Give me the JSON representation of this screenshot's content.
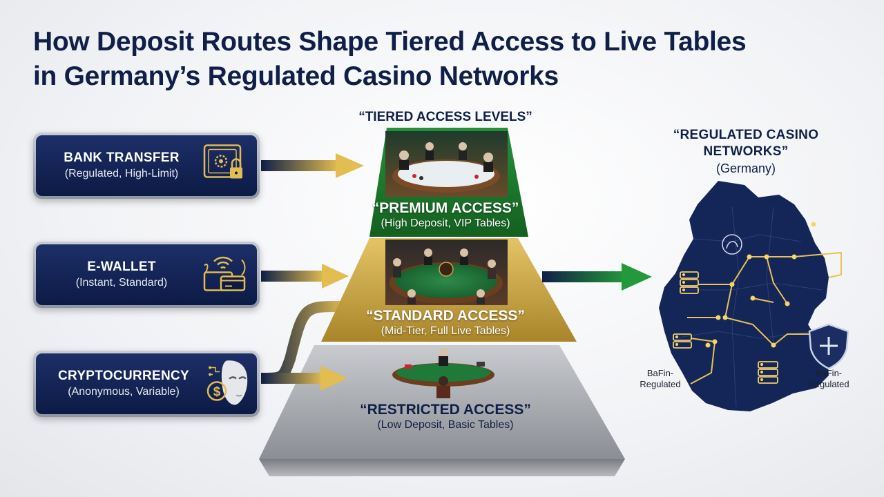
{
  "title": {
    "line1": "How Deposit Routes Shape Tiered Access to Live Tables",
    "line2": "in Germany’s Regulated Casino Networks"
  },
  "tiers_heading": "“TIERED ACCESS LEVELS”",
  "deposit_routes": [
    {
      "name": "BANK TRANSFER",
      "detail": "(Regulated, High-Limit)",
      "icon": "safe-lock-icon"
    },
    {
      "name": "E-WALLET",
      "detail": "(Instant, Standard)",
      "icon": "wallet-contactless-icon"
    },
    {
      "name": "CRYPTOCURRENCY",
      "detail": "(Anonymous, Variable)",
      "icon": "crypto-mask-icon"
    }
  ],
  "tiers": [
    {
      "name": "“PREMIUM ACCESS”",
      "detail": "(High Deposit, VIP Tables)",
      "color": "#1e7a2e"
    },
    {
      "name": "“STANDARD ACCESS”",
      "detail": "(Mid-Tier, Full Live Tables)",
      "color": "#c7a640"
    },
    {
      "name": "“RESTRICTED ACCESS”",
      "detail": "(Low Deposit, Basic Tables)",
      "color": "#a9abb0"
    }
  ],
  "network": {
    "title_line1": "“REGULATED CASINO",
    "title_line2": "NETWORKS”",
    "subtitle": "(Germany)",
    "badge_left": "BaFin-Regulated",
    "badge_right": "BaFin-Regulated"
  },
  "colors": {
    "navy": "#0f1f47",
    "gold": "#d9b24a",
    "green": "#1e8a2e",
    "map": "#142557"
  }
}
